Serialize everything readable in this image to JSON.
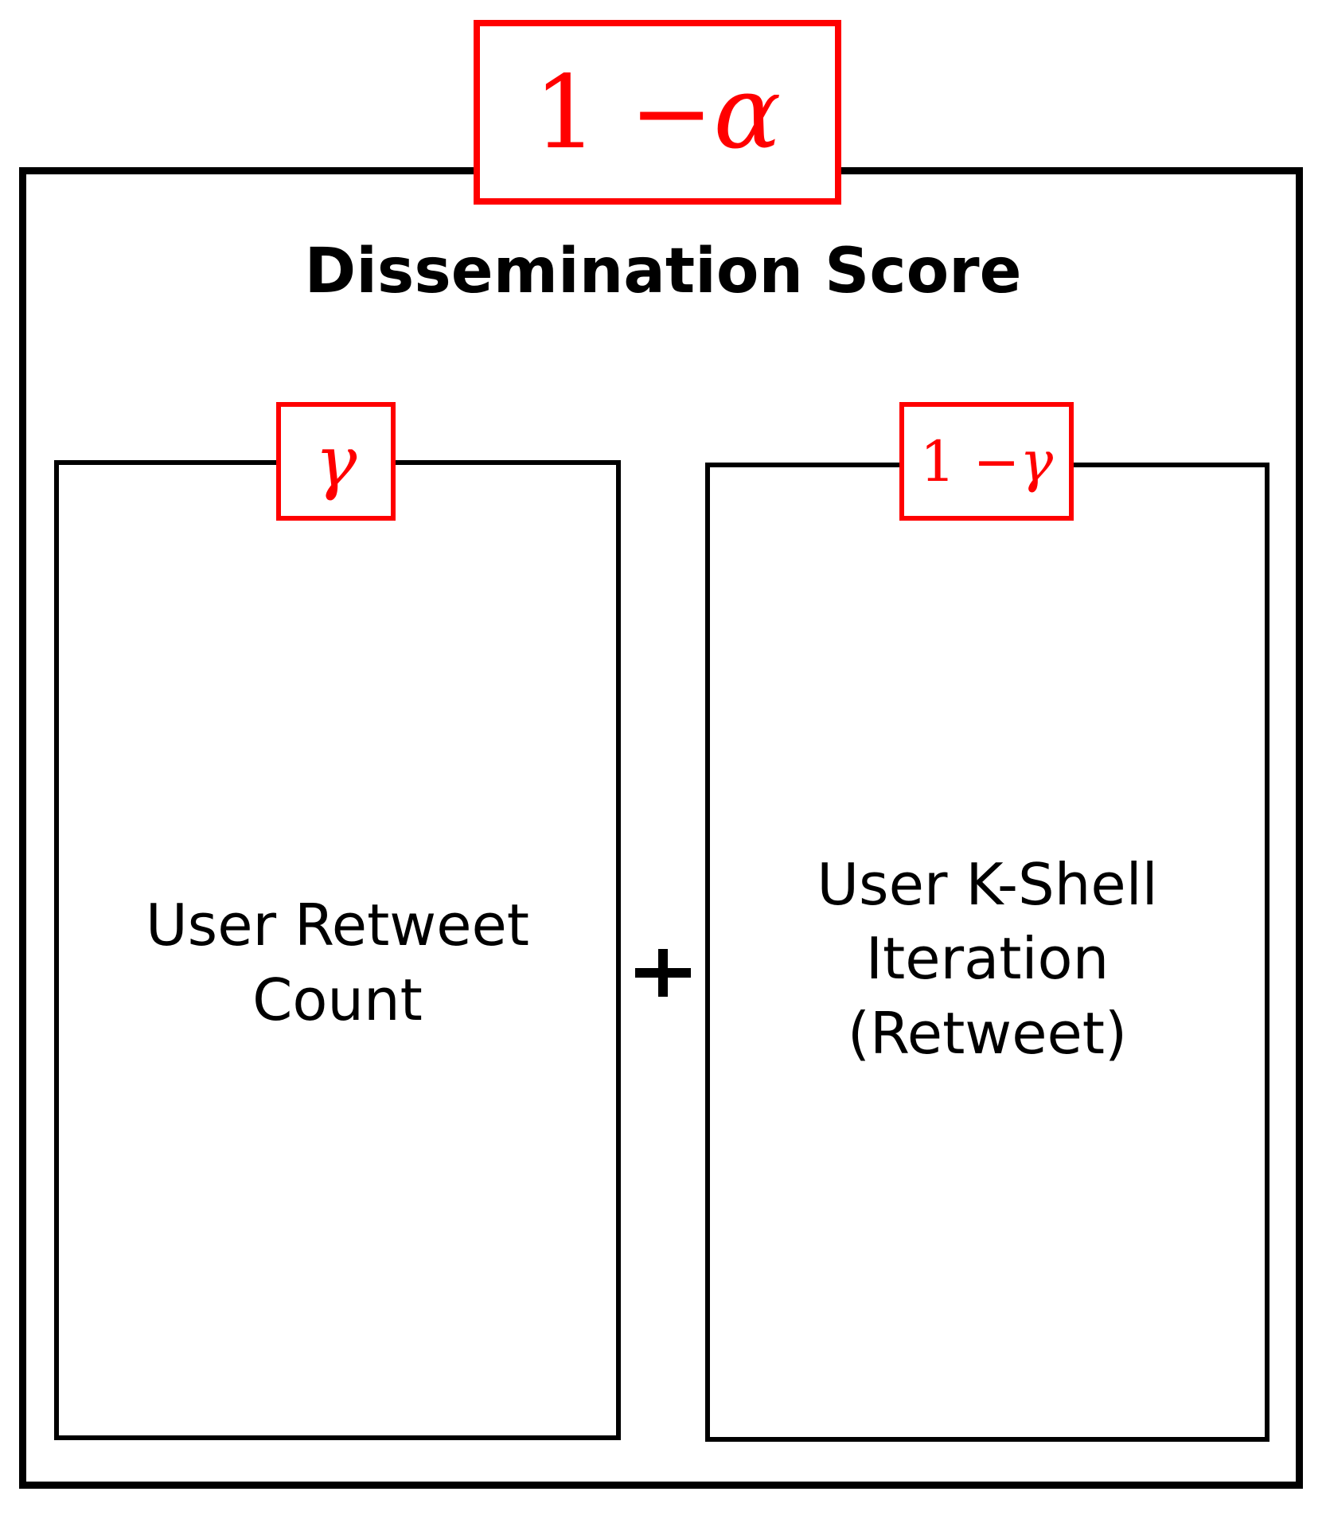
{
  "colors": {
    "frame": "#000000",
    "weight_accent": "#ff0000",
    "text": "#000000",
    "background": "#ffffff"
  },
  "outer": {
    "title": "Dissemination Score",
    "weight": {
      "prefix": "1 − ",
      "symbol": "α"
    }
  },
  "components": [
    {
      "label": "User Retweet\nCount",
      "weight": {
        "prefix": "",
        "symbol": "γ"
      }
    },
    {
      "label": "User K-Shell\nIteration\n(Retweet)",
      "weight": {
        "prefix": "1 − ",
        "symbol": "γ"
      }
    }
  ],
  "operator": {
    "glyph": "plus-icon"
  }
}
